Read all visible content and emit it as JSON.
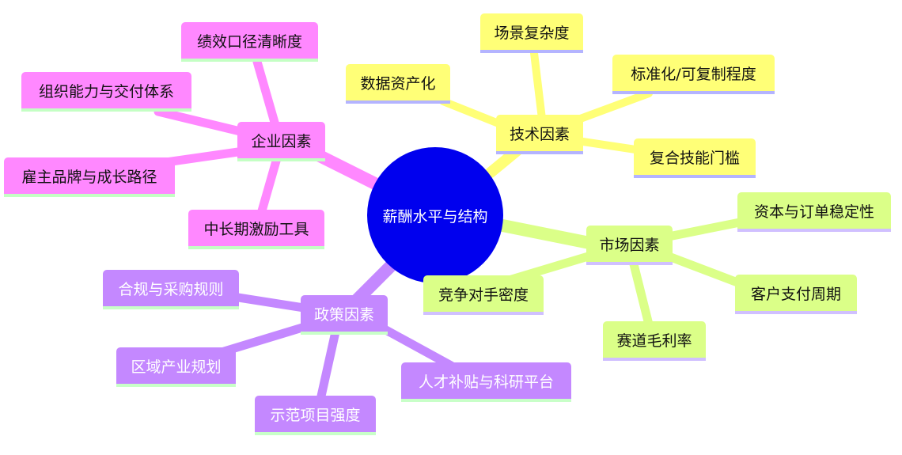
{
  "center": {
    "label": "薪酬水平与结构",
    "color": "#0000ee"
  },
  "branches": {
    "enterprise": {
      "label": "企业因素",
      "color": "#ff88ff",
      "children": [
        "绩效口径清晰度",
        "组织能力与交付体系",
        "雇主品牌与成长路径",
        "中长期激励工具"
      ]
    },
    "tech": {
      "label": "技术因素",
      "color": "#ffff77",
      "children": [
        "数据资产化",
        "场景复杂度",
        "标准化/可复制程度",
        "复合技能门槛"
      ]
    },
    "market": {
      "label": "市场因素",
      "color": "#dbff88",
      "children": [
        "资本与订单稳定性",
        "竞争对手密度",
        "客户支付周期",
        "赛道毛利率"
      ]
    },
    "policy": {
      "label": "政策因素",
      "color": "#c488ff",
      "children": [
        "合规与采购规则",
        "区域产业规划",
        "示范项目强度",
        "人才补贴与科研平台"
      ]
    }
  }
}
